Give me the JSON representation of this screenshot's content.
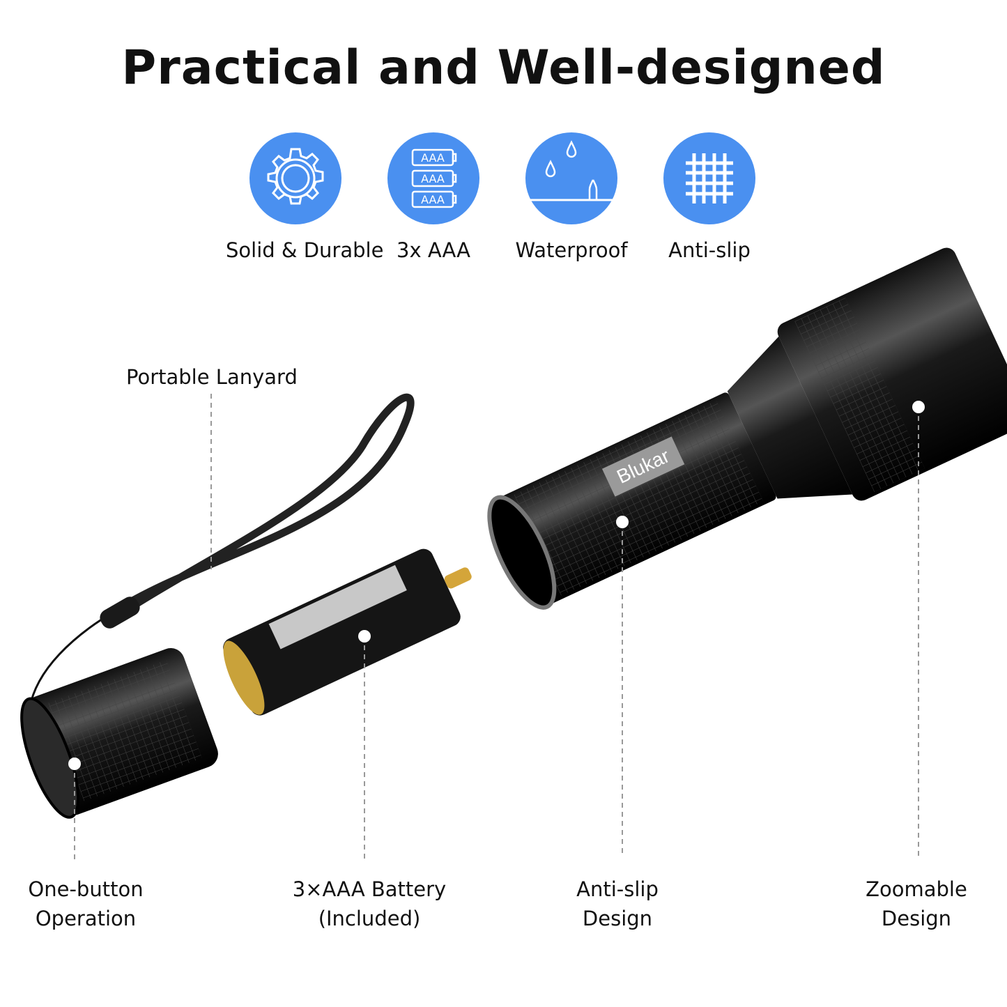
{
  "title": "Practical and Well-designed",
  "accent_color": "#4a90f0",
  "features": [
    {
      "label": "Solid & Durable",
      "icon": "gear-icon"
    },
    {
      "label": "3x AAA",
      "icon": "battery-icon",
      "battery_text": "AAA"
    },
    {
      "label": "Waterproof",
      "icon": "water-drop-icon"
    },
    {
      "label": "Anti-slip",
      "icon": "grid-icon"
    }
  ],
  "product": {
    "brand": "Blukar"
  },
  "callouts": {
    "lanyard": "Portable Lanyard",
    "button": [
      "One-button",
      "Operation"
    ],
    "battery": [
      "3×AAA Battery",
      "(Included)"
    ],
    "antislip": [
      "Anti-slip",
      "Design"
    ],
    "zoom": [
      "Zoomable",
      "Design"
    ]
  }
}
